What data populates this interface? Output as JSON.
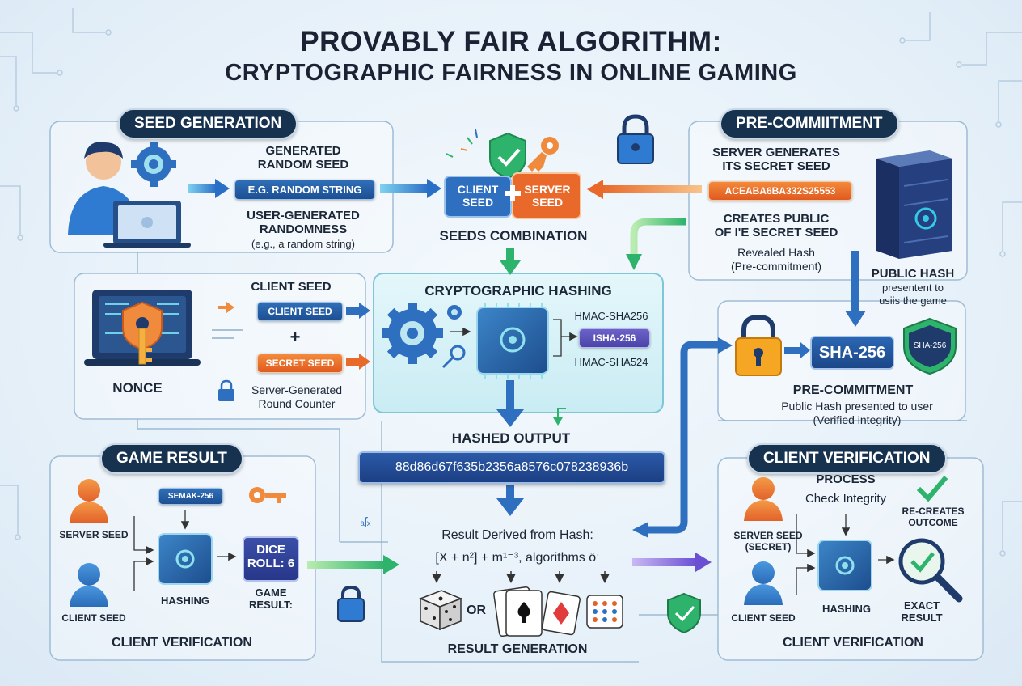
{
  "title": {
    "line1": "PROVABLY FAIR ALGORITHM:",
    "line2": "CRYPTOGRAPHIC FAIRNESS IN ONLINE GAMING"
  },
  "seed_generation": {
    "header": "SEED GENERATION",
    "generated": "GENERATED\nRANDOM SEED",
    "example_pill": "E.G. RANDOM STRING",
    "user_randomness": "USER-GENERATED\nRANDOMNESS",
    "user_example": "(e.g., a random string)"
  },
  "seeds_combination": {
    "client": "CLIENT\nSEED",
    "server": "SERVER\nSEED",
    "label": "SEEDS COMBINATION"
  },
  "pre_commitment_top": {
    "header": "PRE-COMMIITMENT",
    "server_generates": "SERVER GENERATES\nITS SECRET SEED",
    "seed_value": "ACEABA6BA332S25553",
    "creates_public": "CREATES PUBLIC\nOF I'E SECRET SEED",
    "revealed": "Revealed Hash\n(Pre-commitment)",
    "public_hash": "PUBLIC HASH",
    "public_hash_sub": "presentent to\nusiis the game"
  },
  "nonce_panel": {
    "nonce": "NONCE",
    "client_seed_label": "CLIENT SEED",
    "client_seed_pill": "CLIENT SEED",
    "plus": "+",
    "secret_seed_pill": "SECRET SEED",
    "counter": "Server-Generated\nRound Counter"
  },
  "hashing": {
    "header": "CRYPTOGRAPHIC HASHING",
    "alg1": "HMAC-SHA256",
    "alg2": "ISHA-256",
    "alg3": "HMAC-SHA524",
    "output_label": "HASHED OUTPUT",
    "output_value": "88d86d67f635b2356a8576c078238936b"
  },
  "pre_commitment_bottom": {
    "sha": "SHA-256",
    "shield": "SHA-256",
    "title": "PRE-COMMITMENT",
    "desc": "Public Hash presented to user\n(Verified integrity)"
  },
  "game_result": {
    "header": "GAME RESULT",
    "server_seed": "SERVER SEED",
    "algo_pill": "SEMAK-256",
    "hashing": "HASHING",
    "dice": "DICE\nROLL: 6",
    "game_result": "GAME\nRESULT:",
    "client_seed": "CLIENT SEED",
    "footer": "CLIENT VERIFICATION"
  },
  "result_generation": {
    "derived": "Result Derived from Hash:",
    "formula": "[X + n²] + m¹⁻³, algorithms öː",
    "or": "OR",
    "label": "RESULT GENERATION",
    "glyph": "ₐʃₓ"
  },
  "client_verification": {
    "header": "CLIENT VERIFICATION",
    "process": "PROCESS",
    "check": "Check Integrity",
    "recreates": "RE-CREATES\nOUTCOME",
    "server_seed": "SERVER SEED\n(SECRET)",
    "hashing": "HASHING",
    "exact": "EXACT\nRESULT",
    "client_seed": "CLIENT SEED",
    "footer": "CLIENT VERIFICATION"
  },
  "colors": {
    "navy": "#17324f",
    "accent_blue": "#2b66b3",
    "accent_orange": "#e8692a",
    "accent_green": "#2db36b",
    "teal": "#1fb7c9"
  }
}
